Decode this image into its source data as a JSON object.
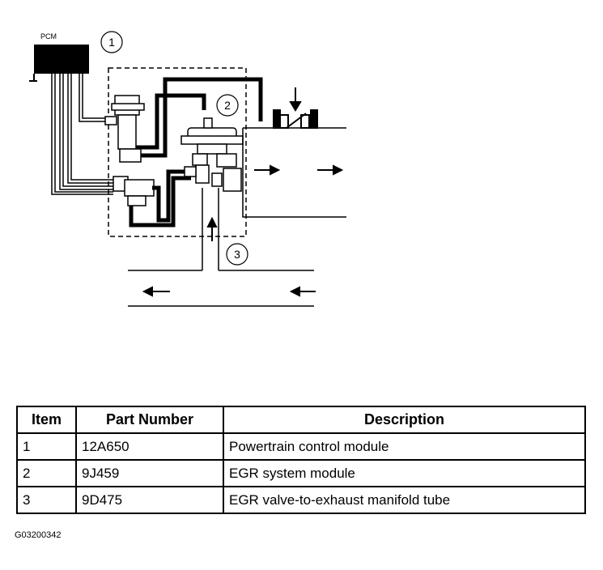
{
  "diagram": {
    "pcm_label": "PCM",
    "callouts": [
      "1",
      "2",
      "3"
    ]
  },
  "table": {
    "headers": {
      "item": "Item",
      "part_number": "Part Number",
      "description": "Description"
    },
    "rows": [
      {
        "item": "1",
        "part_number": "12A650",
        "description": "Powertrain control module"
      },
      {
        "item": "2",
        "part_number": "9J459",
        "description": "EGR system module"
      },
      {
        "item": "3",
        "part_number": "9D475",
        "description": "EGR valve-to-exhaust manifold tube"
      }
    ]
  },
  "figure_id": "G03200342"
}
